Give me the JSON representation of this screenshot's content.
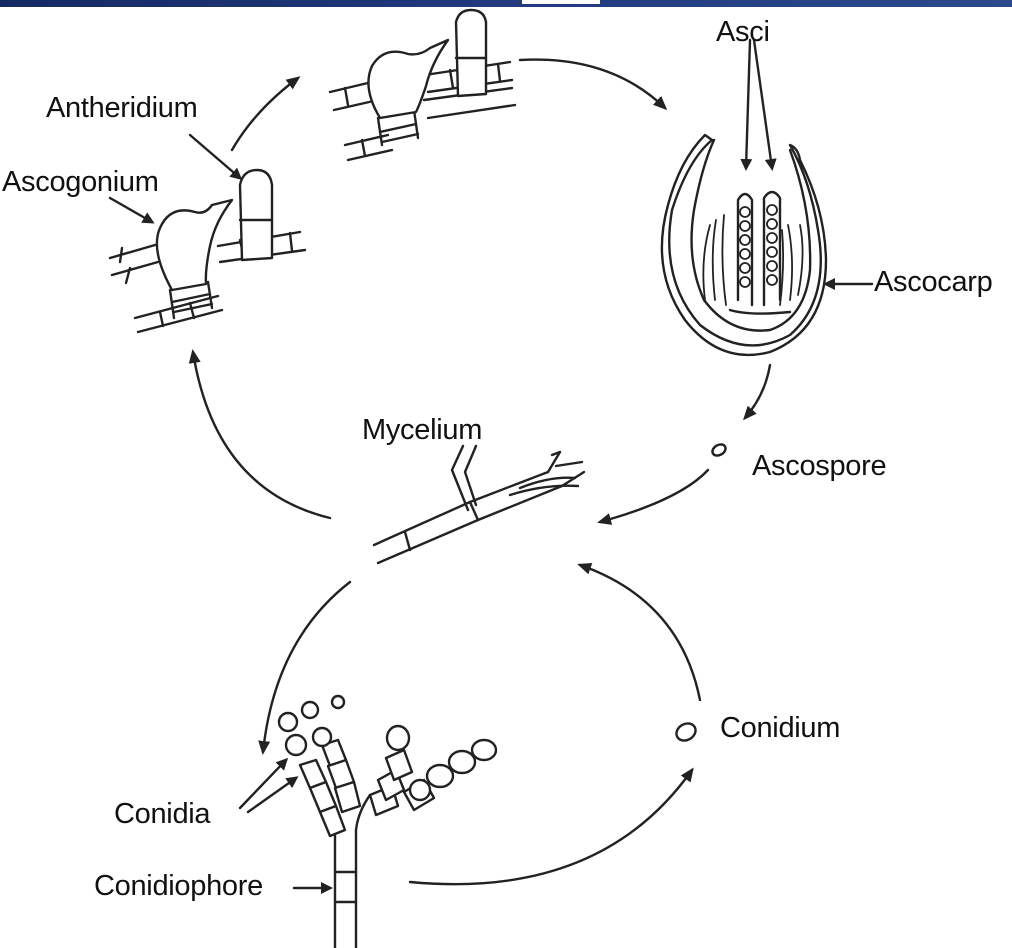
{
  "labels": {
    "asci": "Asci",
    "antheridium": "Antheridium",
    "ascogonium": "Ascogonium",
    "ascocarp": "Ascocarp",
    "mycelium": "Mycelium",
    "ascospore": "Ascospore",
    "conidium": "Conidium",
    "conidia": "Conidia",
    "conidiophore": "Conidiophore"
  },
  "colors": {
    "ink": "#222222",
    "background": "#ffffff",
    "top_bar": "#1f3673"
  }
}
